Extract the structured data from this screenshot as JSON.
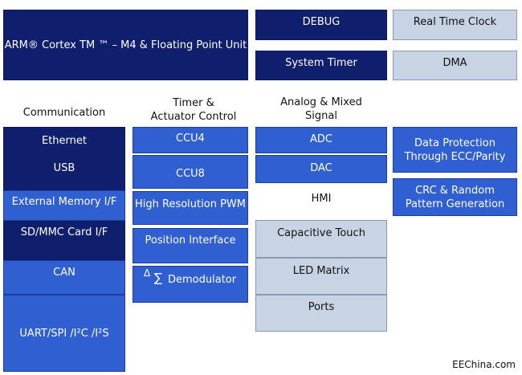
{
  "top": {
    "cpu": "ARM® Cortex TM ™ – M4 & Floating Point Unit",
    "debug": "DEBUG",
    "rtc": "Real Time Clock",
    "systimer": "System Timer",
    "dma": "DMA"
  },
  "headers": {
    "communication": "Communication",
    "timer_line1": "Timer &",
    "timer_line2": "Actuator Control",
    "analog_line1": "Analog & Mixed",
    "analog_line2": "Signal",
    "hmi": "HMI"
  },
  "communication": {
    "ethernet": "Ethernet",
    "usb": "USB",
    "ext_mem": "External Memory I/F",
    "sdmmc": "SD/MMC Card I/F",
    "can": "CAN",
    "uart": "UART/SPI /I²C /I²S"
  },
  "timer": {
    "ccu4": "CCU4",
    "ccu8": "CCU8",
    "hrpwm": "High Resolution PWM",
    "posif": "Position Interface",
    "delta": "Δ",
    "sigma": "∑",
    "demod": "Demodulator"
  },
  "analog": {
    "adc": "ADC",
    "dac": "DAC"
  },
  "hmi": {
    "touch": "Capacitive Touch",
    "led": "LED Matrix",
    "ports": "Ports"
  },
  "safety": {
    "ecc_line1": "Data Protection",
    "ecc_line2": "Through ECC/Parity",
    "crc_line1": "CRC & Random",
    "crc_line2": "Pattern Generation"
  },
  "watermark": "EEChina.com"
}
